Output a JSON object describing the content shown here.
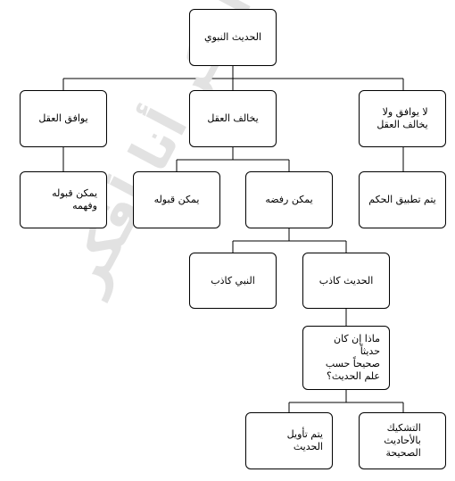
{
  "watermark": "“““ أنا أفكر أنا أفكر",
  "nodes": {
    "root": "الحديث النبوي",
    "agrees_reason": "يوافق العقل",
    "contradicts_reason": "يخالف العقل",
    "neither": "لا يوافق ولا\nيخالف العقل",
    "accept_understand": "يمكن قبوله وفهمه",
    "can_accept": "يمكن قبوله",
    "can_reject": "يمكن رفضه",
    "apply_ruling": "يتم تطبيق الحكم",
    "prophet_liar": "النبي كاذب",
    "hadith_liar": "الحديث كاذب",
    "if_authentic": "ماذا إن كان حديثاً\nصحيحاً حسب\nعلم الحديث؟",
    "interpret_hadith": "يتم تأويل الحديث",
    "doubt_authentic": "التشكيك\nبالأحاديث\nالصحيحة"
  }
}
